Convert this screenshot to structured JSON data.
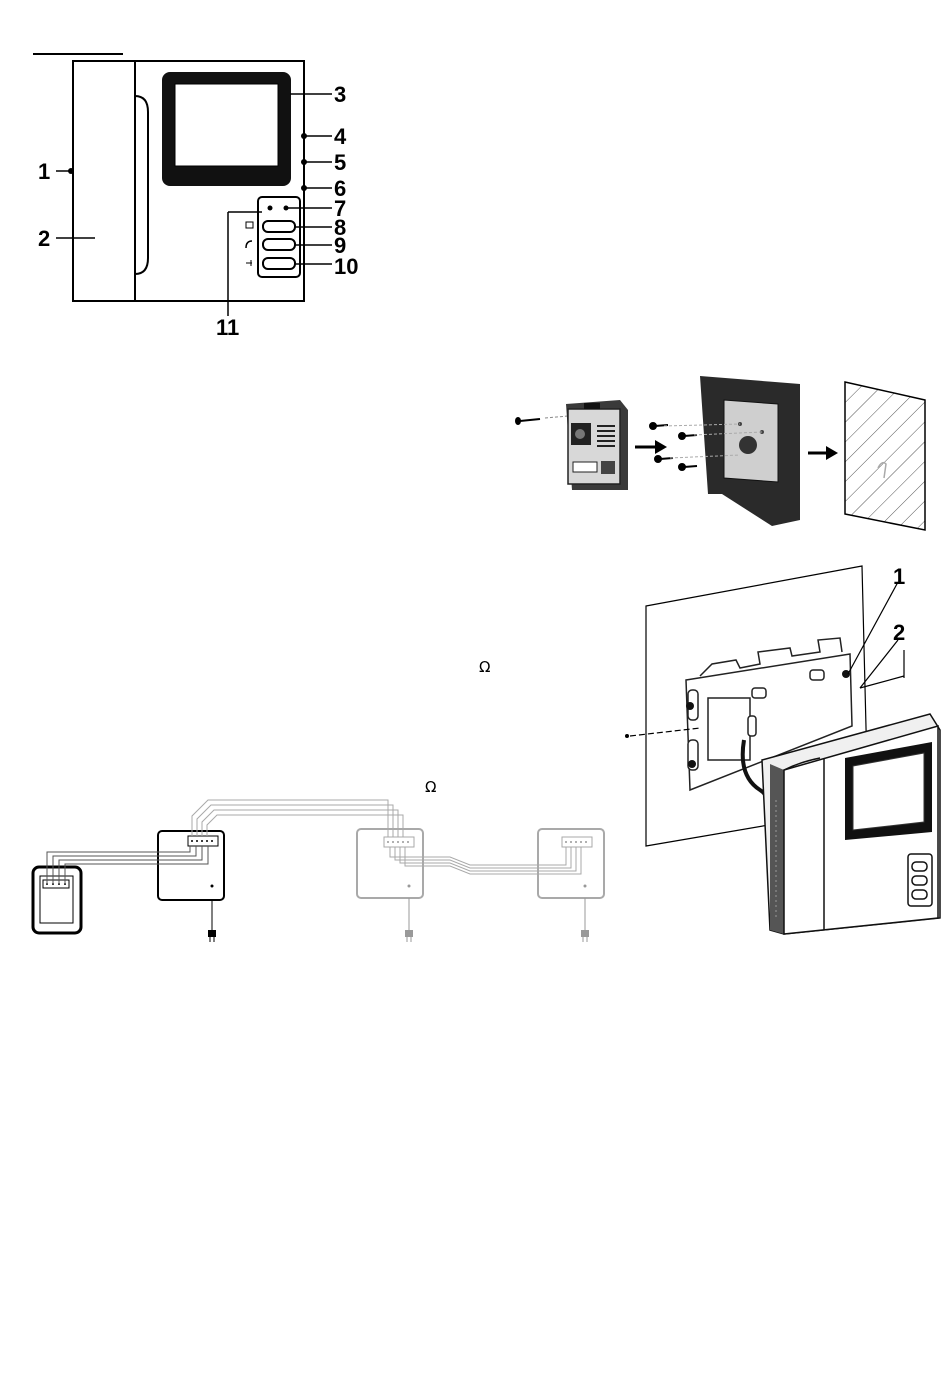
{
  "monitor_front": {
    "callouts": [
      "1",
      "2",
      "3",
      "4",
      "5",
      "6",
      "7",
      "8",
      "9",
      "10",
      "11"
    ]
  },
  "wall_mount": {
    "callouts": [
      "1",
      "2"
    ]
  },
  "wiring": {
    "resistance_symbols": [
      "Ω",
      "Ω"
    ]
  },
  "colors": {
    "ink": "#000000",
    "grey_unit": "#a9a9a9",
    "screen": "#111111",
    "hatch": "#555555"
  }
}
